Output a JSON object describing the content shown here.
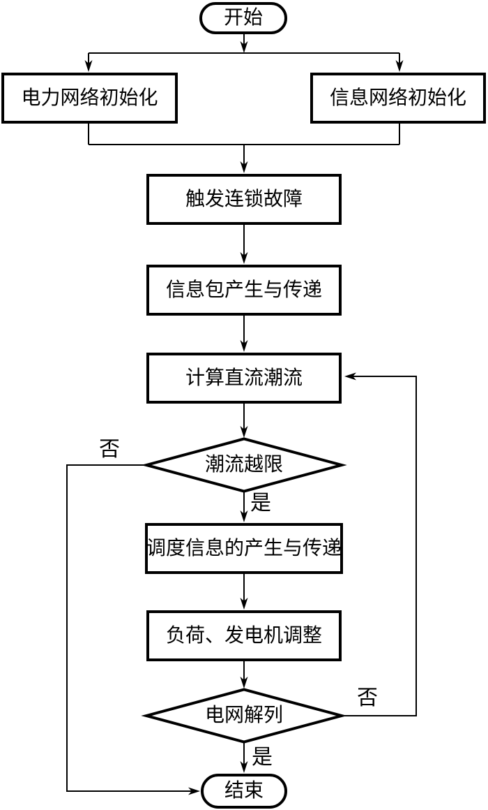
{
  "flowchart": {
    "nodes": {
      "start": {
        "label": "开始",
        "type": "terminator"
      },
      "power_init": {
        "label": "电力网络初始化",
        "type": "process"
      },
      "info_init": {
        "label": "信息网络初始化",
        "type": "process"
      },
      "trigger_fault": {
        "label": "触发连锁故障",
        "type": "process"
      },
      "packet_transfer": {
        "label": "信息包产生与传递",
        "type": "process"
      },
      "dc_power_flow": {
        "label": "计算直流潮流",
        "type": "process"
      },
      "flow_over_limit": {
        "label": "潮流越限",
        "type": "decision"
      },
      "dispatch_info": {
        "label": "调度信息的产生与传递",
        "type": "process"
      },
      "load_generator_adjust": {
        "label": "负荷、发电机调整",
        "type": "process"
      },
      "grid_splitting": {
        "label": "电网解列",
        "type": "decision"
      },
      "end": {
        "label": "结束",
        "type": "terminator"
      }
    },
    "edge_labels": {
      "flow_over_limit_no": "否",
      "flow_over_limit_yes": "是",
      "grid_splitting_no": "否",
      "grid_splitting_yes": "是"
    },
    "colors": {
      "line": "#000000",
      "background": "#ffffff"
    }
  }
}
